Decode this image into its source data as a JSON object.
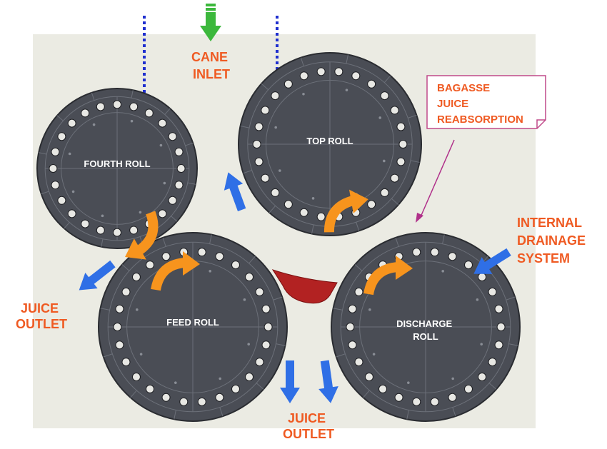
{
  "labels": {
    "cane_inlet": [
      "CANE",
      "INLET"
    ],
    "bagasse": [
      "BAGASSE",
      "JUICE",
      "REABSORPTION"
    ],
    "internal_drainage": [
      "INTERNAL",
      "DRAINAGE",
      "SYSTEM"
    ],
    "juice_outlet_left": [
      "JUICE",
      "OUTLET"
    ],
    "juice_outlet_bottom": [
      "JUICE",
      "OUTLET"
    ]
  },
  "rolls": {
    "fourth": [
      "FOURTH ROLL"
    ],
    "top": [
      "TOP ROLL"
    ],
    "feed": [
      "FEED ROLL"
    ],
    "discharge": [
      "DISCHARGE",
      "ROLL"
    ]
  },
  "colors": {
    "label": "#ef5a22",
    "roll": "#4a4d55",
    "background": "#ebebe3",
    "rotation_arrow": "#f7941d",
    "flow_arrow": "#2f6fe6",
    "inlet_arrow": "#3cb83c",
    "trash_plate": "#b22222",
    "callout_line": "#b0308a"
  }
}
